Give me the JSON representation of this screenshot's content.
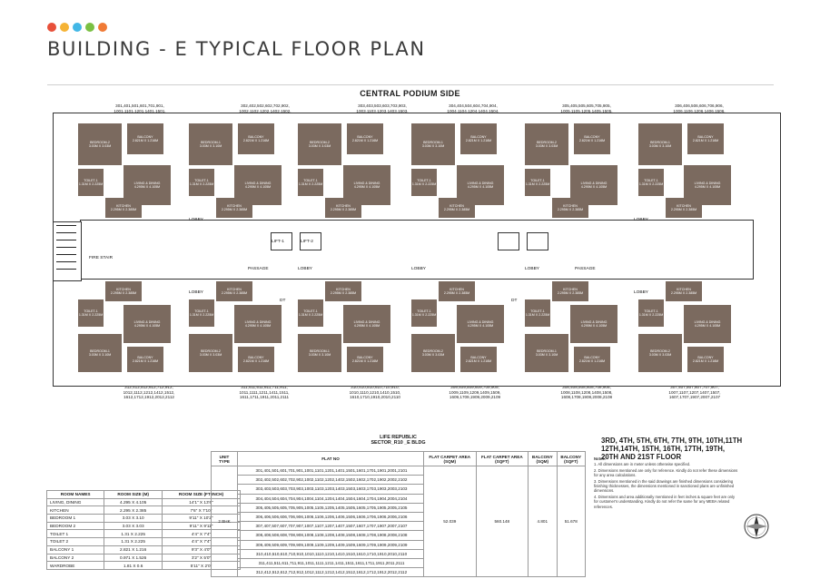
{
  "header": {
    "title": "BUILDING - E TYPICAL FLOOR PLAN",
    "dots": [
      "#e8503a",
      "#f5b335",
      "#42b7e6",
      "#7ac043",
      "#f07a35"
    ]
  },
  "plan": {
    "top_label": "CENTRAL PODIUM SIDE",
    "top_units": [
      "301,401,501,601,701,901,\n1001,1101,1201,1401,1501,\n1601,1701,1901,2001,2101",
      "302,402,502,602,702,902,\n1002,1102,1202,1402,1502,\n1602,1702,1902,2002,2102",
      "303,403,503,603,703,903,\n1003,1103,1203,1403,1503,\n1603,1703,1903,2003,2103",
      "304,404,504,604,704,904,\n1004,1104,1204,1404,1504,\n1604,1704,1904,2004,2104",
      "305,405,505,605,705,905,\n1005,1105,1205,1405,1505,\n1605,1705,1905,2005,2105",
      "306,406,506,606,706,906,\n1006,1106,1206,1406,1506,\n1606,1706,1906,2006,2106"
    ],
    "bottom_units": [
      "312,412,512,612,712,912,\n1012,1112,1212,1412,1512,\n1612,1712,1912,2012,2112",
      "311,411,511,611,711,911,\n1011,1111,1211,1411,1511,\n1611,1711,1911,2011,2111",
      "310,410,510,610,710,910,\n1010,1110,1210,1410,1510,\n1610,1710,1910,2010,2110",
      "309,409,509,609,709,909,\n1009,1109,1209,1409,1509,\n1609,1709,1909,2009,2109",
      "308,408,508,608,708,908,\n1008,1108,1208,1408,1508,\n1608,1708,1908,2008,2108",
      "307,407,507,607,707,907,\n1007,1107,1207,1407,1507,\n1607,1707,1907,2007,2107"
    ],
    "room_labels": {
      "bedroom1": "BEDROOM-1\n3.03M X 3.10M",
      "bedroom2": "BEDROOM-2\n3.03M X 3.03M",
      "living": "LIVING & DINING\n4.295M X 4.105M",
      "kitchen": "KITCHEN\n2.295M X 2.385M",
      "balcony": "BALCONY\n2.821M X 1.216M",
      "toilet": "TOILET-1\n1.31M X 2.225M"
    },
    "corridor_labels": [
      "LOBBY",
      "PASSAGE",
      "LOBBY",
      "LOBBY",
      "LOBBY",
      "PASSAGE",
      "LOBBY",
      "DT",
      "DT",
      "LOBBY",
      "LOBBY",
      "FIRE STAIR",
      "LIFT-1",
      "LIFT-2"
    ]
  },
  "room_table": {
    "headers": [
      "ROOM NAMES",
      "ROOM SIZE (M)",
      "ROOM SIZE (FT-INCH)"
    ],
    "rows": [
      [
        "LIVING, DINING",
        "4.295 X 4.105",
        "14'1\" X 13'6\""
      ],
      [
        "KITCHEN",
        "2.295 X 2.385",
        "7'6\" X 7'10\""
      ],
      [
        "BEDROOM 1",
        "3.03 X 3.10",
        "9'11\" X 10'2\""
      ],
      [
        "BEDROOM 2",
        "3.03 X 3.03",
        "9'11\" X 9'11\""
      ],
      [
        "TOILET 1",
        "1.31 X 2.225",
        "4'4\" X 7'4\""
      ],
      [
        "TOILET 2",
        "1.31 X 2.225",
        "4'4\" X 7'4\""
      ],
      [
        "BALCONY 1",
        "2.821 X 1.216",
        "9'3\" X 4'0\""
      ],
      [
        "BALCONY 2",
        "0.971 X 1.526",
        "3'2\" X 5'0\""
      ],
      [
        "WARDROBE",
        "1.81 X 0.6",
        "5'11\" X 2'0\""
      ]
    ]
  },
  "life_table": {
    "caption": "LIFE REPUBLIC\nSECTOR_R10 _E BLDG",
    "headers": [
      "UNIT\nTYPE",
      "FLAT NO",
      "FLAT CARPET AREA\n(SQM)",
      "FLAT CARPET AREA\n(SQFT)",
      "BALCONY\n(SQM)",
      "BALCONY\n(SQFT)"
    ],
    "unit_type": "2 BHK",
    "carpet_sqm": "52.039",
    "carpet_sqft": "560.148",
    "balcony_sqm": "4.801",
    "balcony_sqft": "51.678",
    "flats": [
      "301,401,501,601,701,901,1001,1101,1201,1401,1501,1601,1701,1901,2001,2101",
      "302,402,502,602,702,902,1002,1102,1202,1402,1502,1602,1702,1902,2002,2102",
      "303,403,503,603,703,903,1003,1103,1203,1403,1503,1603,1703,1903,2003,2103",
      "304,404,504,604,704,904,1004,1104,1204,1404,1504,1604,1704,1904,2004,2104",
      "305,405,505,605,705,905,1005,1105,1205,1405,1505,1605,1705,1905,2005,2105",
      "306,406,506,606,706,906,1006,1106,1206,1406,1506,1606,1706,1906,2006,2106",
      "307,407,507,607,707,907,1007,1107,1207,1407,1507,1607,1707,1907,2007,2107",
      "308,408,508,608,708,908,1008,1108,1208,1408,1508,1608,1708,1908,2008,2108",
      "309,409,509,609,709,909,1009,1109,1209,1409,1509,1609,1709,1909,2009,2109",
      "310,410,510,610,710,910,1010,1110,1210,1410,1510,1610,1710,1910,2010,2110",
      "311,411,511,611,711,911,1011,1111,1211,1411,1511,1611,1711,1911,2011,2111",
      "312,412,512,612,712,912,1012,1112,1212,1412,1512,1612,1712,1912,2012,2112"
    ]
  },
  "floors": "3RD, 4TH, 5TH, 6TH, 7TH, 9TH, 10TH,11TH\n12TH,14TH, 15TH, 16TH, 17TH, 19TH,\n20TH AND 21ST FLOOR",
  "notes": {
    "heading": "Notes:",
    "items": [
      "1.   All dimensions are in meter unless otherwise specified.",
      "2.   Dimensions mentioned are only for reference. Kindly do not refer these dimensions for any area calculations.",
      "3.   Dimensions mentioned in the said drawings are finished dimensions considering finishing thicknesses, the dimensions mentioned in sanctioned plans are unfinished dimensions.",
      "4.   Dimensions and area additionally mentioned in feet inches & square feet are only for customer's understanding. Kindly do not refer the same for any MEBA related references."
    ]
  }
}
